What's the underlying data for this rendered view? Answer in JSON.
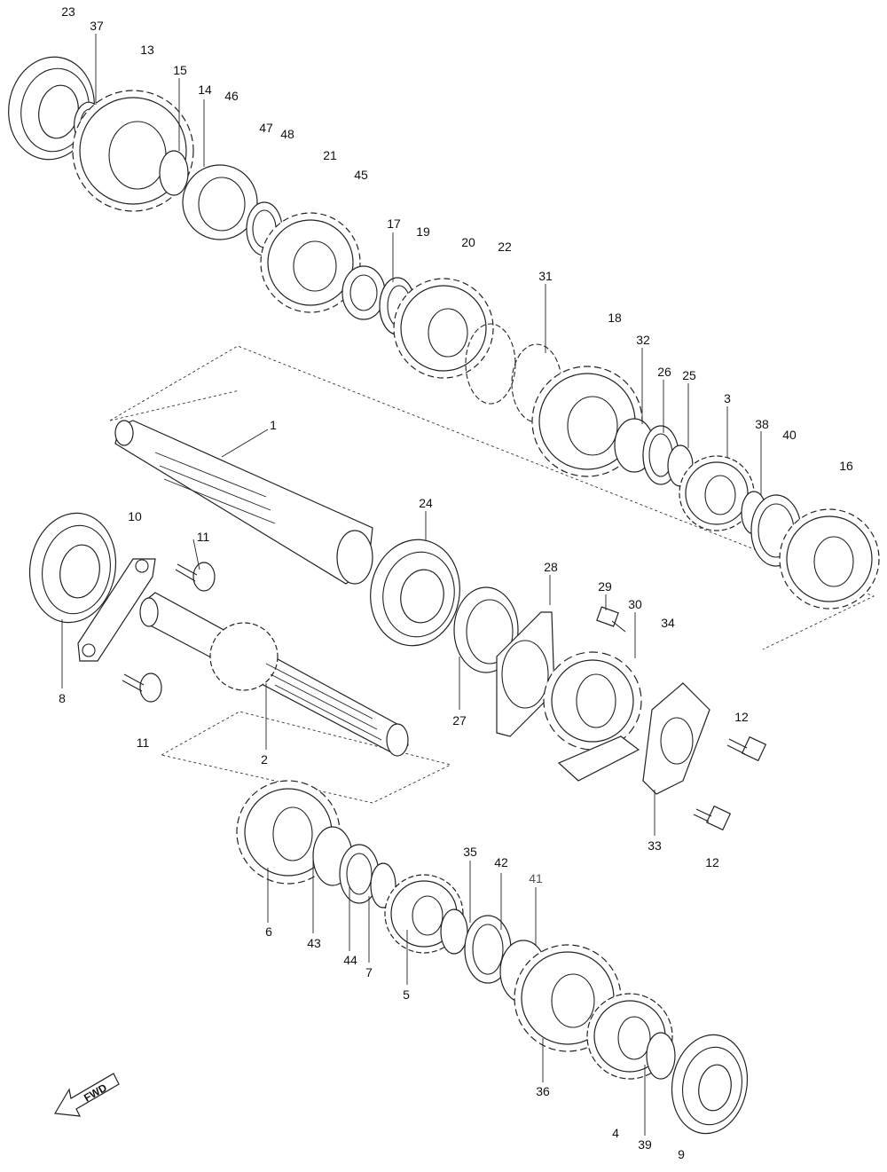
{
  "callouts": [
    {
      "id": "p23",
      "text": "23"
    },
    {
      "id": "p37",
      "text": "37"
    },
    {
      "id": "p13",
      "text": "13"
    },
    {
      "id": "p15",
      "text": "15"
    },
    {
      "id": "p14",
      "text": "14"
    },
    {
      "id": "p46",
      "text": "46"
    },
    {
      "id": "p47",
      "text": "47"
    },
    {
      "id": "p48",
      "text": "48"
    },
    {
      "id": "p21",
      "text": "21"
    },
    {
      "id": "p45",
      "text": "45"
    },
    {
      "id": "p17",
      "text": "17"
    },
    {
      "id": "p19",
      "text": "19"
    },
    {
      "id": "p20",
      "text": "20"
    },
    {
      "id": "p22",
      "text": "22"
    },
    {
      "id": "p31",
      "text": "31"
    },
    {
      "id": "p18",
      "text": "18"
    },
    {
      "id": "p32",
      "text": "32"
    },
    {
      "id": "p26",
      "text": "26"
    },
    {
      "id": "p25",
      "text": "25"
    },
    {
      "id": "p3",
      "text": "3"
    },
    {
      "id": "p38",
      "text": "38"
    },
    {
      "id": "p40",
      "text": "40"
    },
    {
      "id": "p16",
      "text": "16"
    },
    {
      "id": "p1",
      "text": "1"
    },
    {
      "id": "p10",
      "text": "10"
    },
    {
      "id": "p11a",
      "text": "11"
    },
    {
      "id": "p24",
      "text": "24"
    },
    {
      "id": "p28",
      "text": "28"
    },
    {
      "id": "p29",
      "text": "29"
    },
    {
      "id": "p30",
      "text": "30"
    },
    {
      "id": "p34",
      "text": "34"
    },
    {
      "id": "p8",
      "text": "8"
    },
    {
      "id": "p27",
      "text": "27"
    },
    {
      "id": "p12a",
      "text": "12"
    },
    {
      "id": "p11b",
      "text": "11"
    },
    {
      "id": "p2",
      "text": "2"
    },
    {
      "id": "p33",
      "text": "33"
    },
    {
      "id": "p12b",
      "text": "12"
    },
    {
      "id": "p35",
      "text": "35"
    },
    {
      "id": "p42",
      "text": "42"
    },
    {
      "id": "p41",
      "text": "41"
    },
    {
      "id": "p6",
      "text": "6"
    },
    {
      "id": "p43",
      "text": "43"
    },
    {
      "id": "p44",
      "text": "44"
    },
    {
      "id": "p7",
      "text": "7"
    },
    {
      "id": "p5",
      "text": "5"
    },
    {
      "id": "p36",
      "text": "36"
    },
    {
      "id": "p4",
      "text": "4"
    },
    {
      "id": "p39",
      "text": "39"
    },
    {
      "id": "p9",
      "text": "9"
    }
  ],
  "fwd": {
    "text": "FWD",
    "icon": "fwd-arrow-icon"
  }
}
